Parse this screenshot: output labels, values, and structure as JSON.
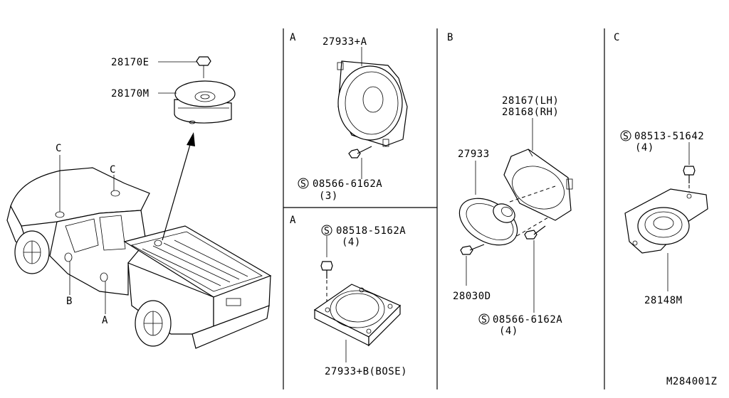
{
  "sections": [
    {
      "letter": "A"
    },
    {
      "letter": "B"
    },
    {
      "letter": "C"
    },
    {
      "letter": "A"
    }
  ],
  "labels": {
    "p28170E": "28170E",
    "p28170M": "28170M",
    "markC1": "C",
    "markC2": "C",
    "markB": "B",
    "markA": "A",
    "p27933A": "27933+A",
    "s08566_3": "08566-6162A",
    "q3": "(3)",
    "s08518_4": "08518-5162A",
    "q4a": "(4)",
    "p27933B": "27933+B(BOSE)",
    "p28167": "28167(LH)",
    "p28168": "28168(RH)",
    "p27933": "27933",
    "p28030D": "28030D",
    "s08566_4": "08566-6162A",
    "q4b": "(4)",
    "s08513_4": "08513-51642",
    "q4c": "(4)",
    "p28148M": "28148M",
    "drawingCode": "M284001Z"
  },
  "symbols": {
    "screw_symbol": "S"
  },
  "colors": {
    "line": "#000000",
    "background": "#ffffff"
  }
}
